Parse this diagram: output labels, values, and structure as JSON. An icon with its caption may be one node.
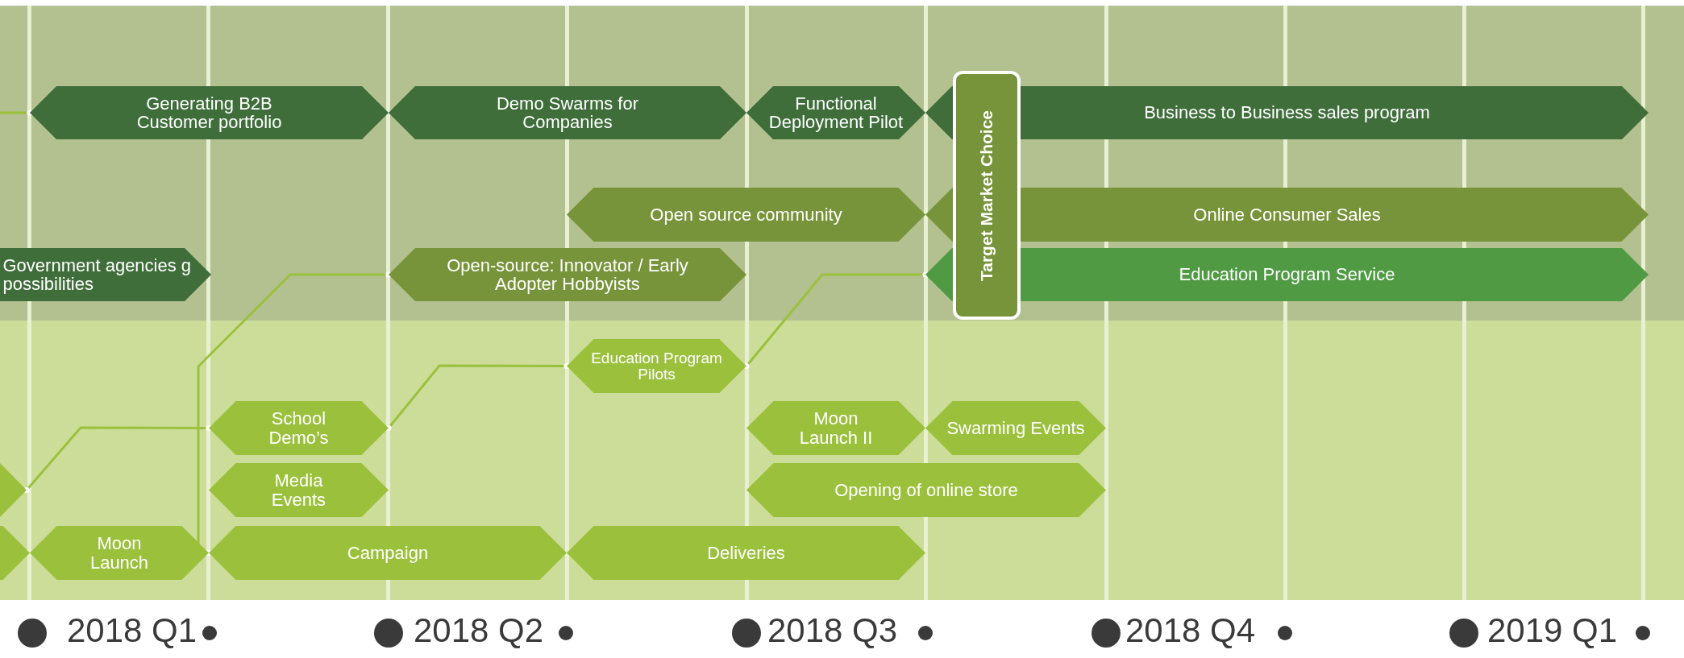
{
  "diagram": {
    "nodes": [
      {
        "text": [
          "Generating B2B Customer portfolio"
        ]
      },
      {
        "text": [
          "Demo Swarms for Companies"
        ]
      },
      {
        "text": [
          "Functional Deployment Pilot"
        ]
      },
      {
        "text": [
          "Target Market Choice"
        ]
      },
      {
        "text": [
          "Business to Business sales program"
        ]
      },
      {
        "text": [
          "Open source community"
        ]
      },
      {
        "text": [
          "Online Consumer Sales"
        ]
      },
      {
        "text": [
          "Government agencies g possibilities"
        ]
      },
      {
        "text": [
          "Open-source: Innovator / Early Adopter Hobbyists"
        ]
      },
      {
        "text": [
          "Education Program Service"
        ]
      },
      {
        "text": [
          "Education Program Pilots"
        ]
      },
      {
        "text": [
          "School Demo’s"
        ]
      },
      {
        "text": [
          "Moon Launch II"
        ]
      },
      {
        "text": [
          "Swarming Events"
        ]
      },
      {
        "text": [],
        "shape": "hexagon"
      },
      {
        "text": [
          "Media Events"
        ]
      },
      {
        "text": [
          "Opening of online store"
        ]
      },
      {
        "text": [],
        "shape": "hexagon"
      },
      {
        "text": [
          "Moon Launch"
        ]
      },
      {
        "text": [
          "Campaign"
        ]
      },
      {
        "text": [
          "Deliveries"
        ]
      }
    ],
    "edges": [
      {
        "from": null,
        "to": 0,
        "arrow": "other"
      },
      {
        "from": 14,
        "to": 11,
        "arrow": "other"
      },
      {
        "from": 19,
        "to": 8,
        "arrow": "other"
      },
      {
        "from": 11,
        "to": 10,
        "arrow": "other"
      },
      {
        "from": 10,
        "to": 9,
        "arrow": "other"
      }
    ],
    "labels": [
      "2018 Q1",
      "2018 Q2",
      "2018 Q3",
      "2018 Q4",
      "2019 Q1"
    ]
  }
}
